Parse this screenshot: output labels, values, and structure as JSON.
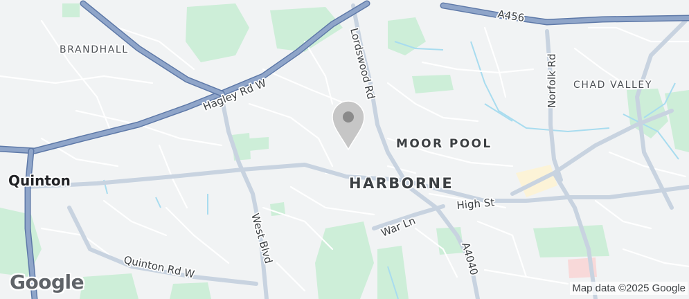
{
  "map": {
    "colors": {
      "land": "#f1f3f4",
      "park": "#cdeed8",
      "water": "#a8dcef",
      "local_road": "#ffffff",
      "major_road": "#c8d3e0",
      "motorway": "#7f96bd",
      "motorway_casing": "#5e79a8",
      "pin": "#c6c6c6"
    },
    "areas": {
      "brandhall": "BRANDHALL",
      "moor_pool": "MOOR POOL",
      "harborne": "HARBORNE",
      "chad_valley": "CHAD VALLEY",
      "quinton": "Quinton"
    },
    "roads": {
      "hagley_rd_w": "Hagley Rd W",
      "lordswood_rd": "Lordswood Rd",
      "a456": "A456",
      "norfolk_rd": "Norfolk Rd",
      "high_st": "High St",
      "war_ln": "War Ln",
      "west_blvd": "West Blvd",
      "quinton_rd_w": "Quinton Rd W",
      "a4040": "A4040"
    },
    "marker": {
      "icon": "map-pin-icon"
    },
    "logo": "Google",
    "attribution": "Map data ©2025 Google"
  }
}
